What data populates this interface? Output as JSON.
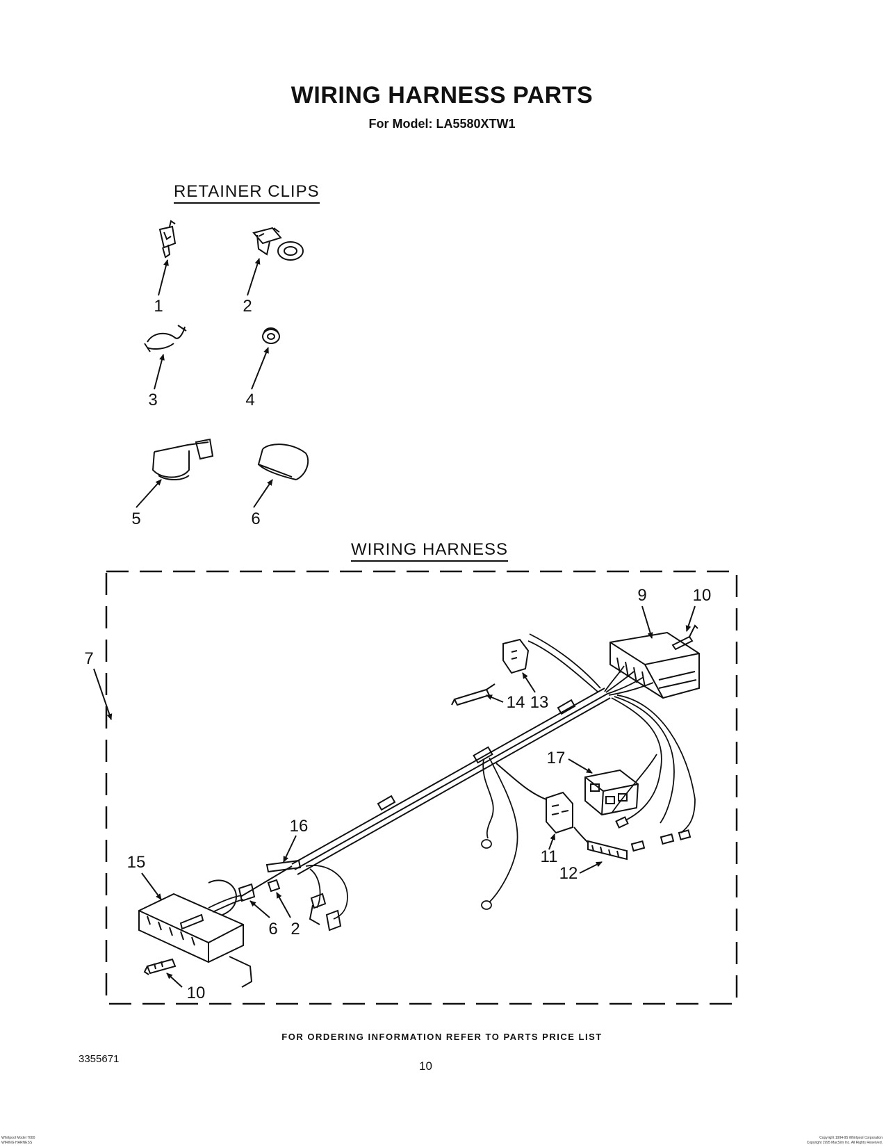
{
  "header": {
    "title": "WIRING HARNESS PARTS",
    "model": "For Model: LA5580XTW1"
  },
  "sections": {
    "retainer_clips": "RETAINER CLIPS",
    "wiring_harness": "WIRING HARNESS"
  },
  "callouts": {
    "c1": "1",
    "c2": "2",
    "c3": "3",
    "c4": "4",
    "c5": "5",
    "c6": "6",
    "c7": "7",
    "c9": "9",
    "c10_top": "10",
    "c13": "13",
    "c14": "14",
    "c17": "17",
    "c16": "16",
    "c15": "15",
    "c11": "11",
    "c12": "12",
    "c6b": "6",
    "c2b": "2",
    "c10_bottom": "10"
  },
  "footer": {
    "note": "FOR ORDERING INFORMATION REFER TO PARTS PRICE LIST",
    "doc_number": "3355671",
    "page_number": "10",
    "fine_left_1": "Whirlpool Model 7000",
    "fine_left_2": "WIRING HARNESS",
    "fine_right_1": "Copyright 1994-95 Whirlpool Corporation",
    "fine_right_2": "Copyright 1995 MacSim Inc. All Rights Reserved."
  }
}
